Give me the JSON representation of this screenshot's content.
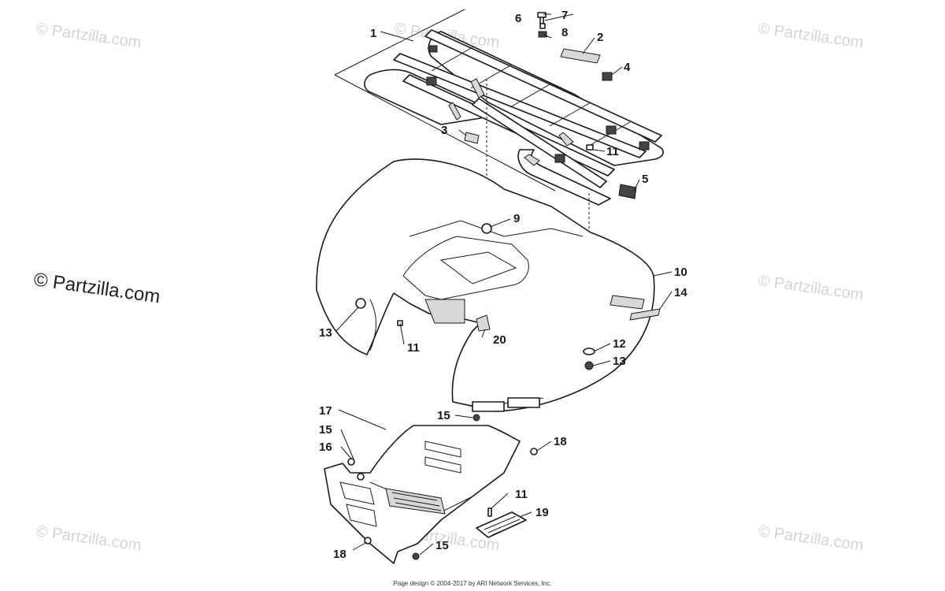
{
  "watermark": {
    "text": "© Partzilla.com",
    "featured_text": "© Partzilla.com"
  },
  "footer": {
    "text": "Page design © 2004-2017 by ARI Network Services, Inc."
  },
  "callouts": {
    "c1": "1",
    "c2": "2",
    "c3": "3",
    "c4": "4",
    "c5": "5",
    "c6": "6",
    "c7": "7",
    "c8": "8",
    "c9": "9",
    "c10": "10",
    "c11a": "11",
    "c11b": "11",
    "c11c": "11",
    "c12": "12",
    "c13a": "13",
    "c13b": "13",
    "c14": "14",
    "c15a": "15",
    "c15b": "15",
    "c15c": "15",
    "c16": "16",
    "c17": "17",
    "c18a": "18",
    "c18b": "18",
    "c19": "19",
    "c20": "20"
  }
}
